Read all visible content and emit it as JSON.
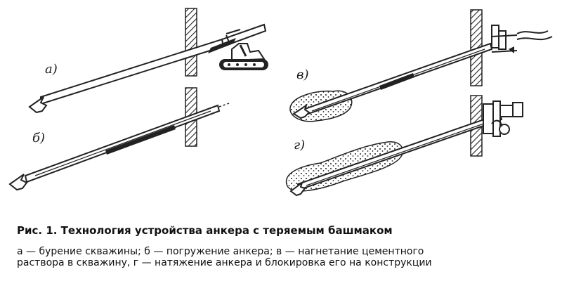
{
  "labels": {
    "a": "а)",
    "b": "б)",
    "v": "в)",
    "g": "г)"
  },
  "caption": {
    "title": "Рис. 1. Технология устройства анкера с теряемым башмаком",
    "line1": "а — бурение скважины; б — погружение анкера; в — нагнетание цементного",
    "line2": "раствора в скважину, г — натяжение анкера и блокировка его на конструкции"
  }
}
